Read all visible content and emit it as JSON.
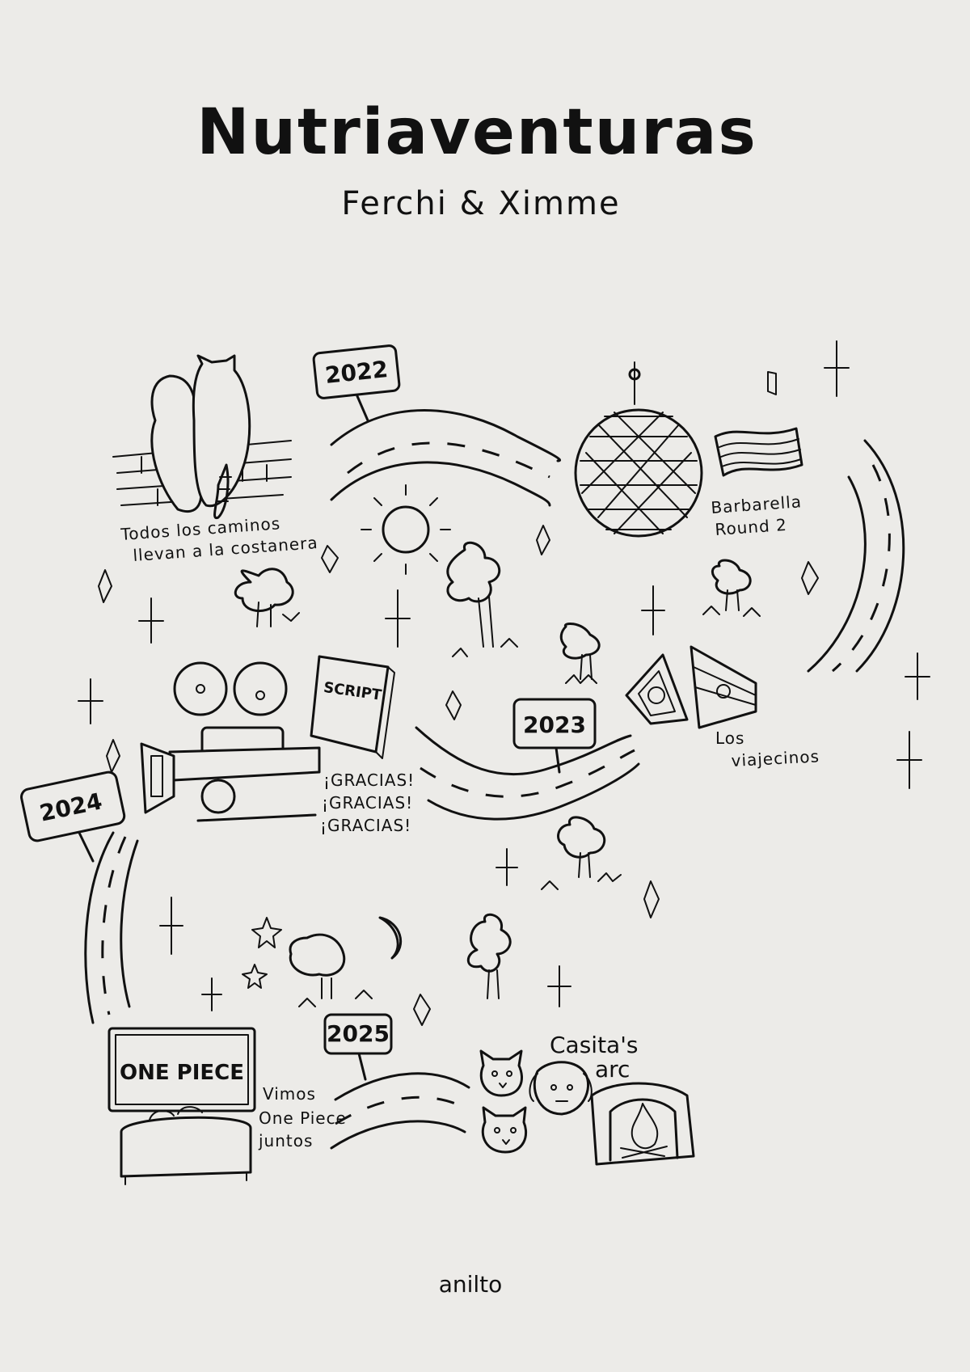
{
  "title": "Nutriaventuras",
  "subtitle": "Ferchi & Ximme",
  "years": [
    "2022",
    "2023",
    "2024",
    "2025"
  ],
  "captions": {
    "costanera_line1": "Todos los caminos",
    "costanera_line2": "llevan a la costanera",
    "barbarella_line1": "Barbarella",
    "barbarella_line2": "Round 2",
    "viajecinos_line1": "Los",
    "viajecinos_line2": "viajecinos",
    "gracias": [
      "¡GRACIAS!",
      "¡GRACIAS!",
      "¡GRACIAS!"
    ],
    "onepiece_line1": "Vimos",
    "onepiece_line2": "One Piece",
    "onepiece_line3": "juntos",
    "casita_line1": "Casita's",
    "casita_line2": "arc"
  },
  "script_book_label": "SCRIPT",
  "tv_logo": "ONE PIECE",
  "signature": "anilto",
  "colors": {
    "paper": "#ecebe8",
    "ink": "#111111"
  },
  "icons": [
    "otters-on-wall-icon",
    "sun-icon",
    "disco-ball-icon",
    "flag-icon",
    "tree-icon",
    "sparkle-icon",
    "camera-icon",
    "script-book-icon",
    "brazil-flag-icon",
    "argentina-flag-icon",
    "moon-icon",
    "tv-icon",
    "couch-icon",
    "cat-icon",
    "dog-icon",
    "fireplace-icon"
  ]
}
